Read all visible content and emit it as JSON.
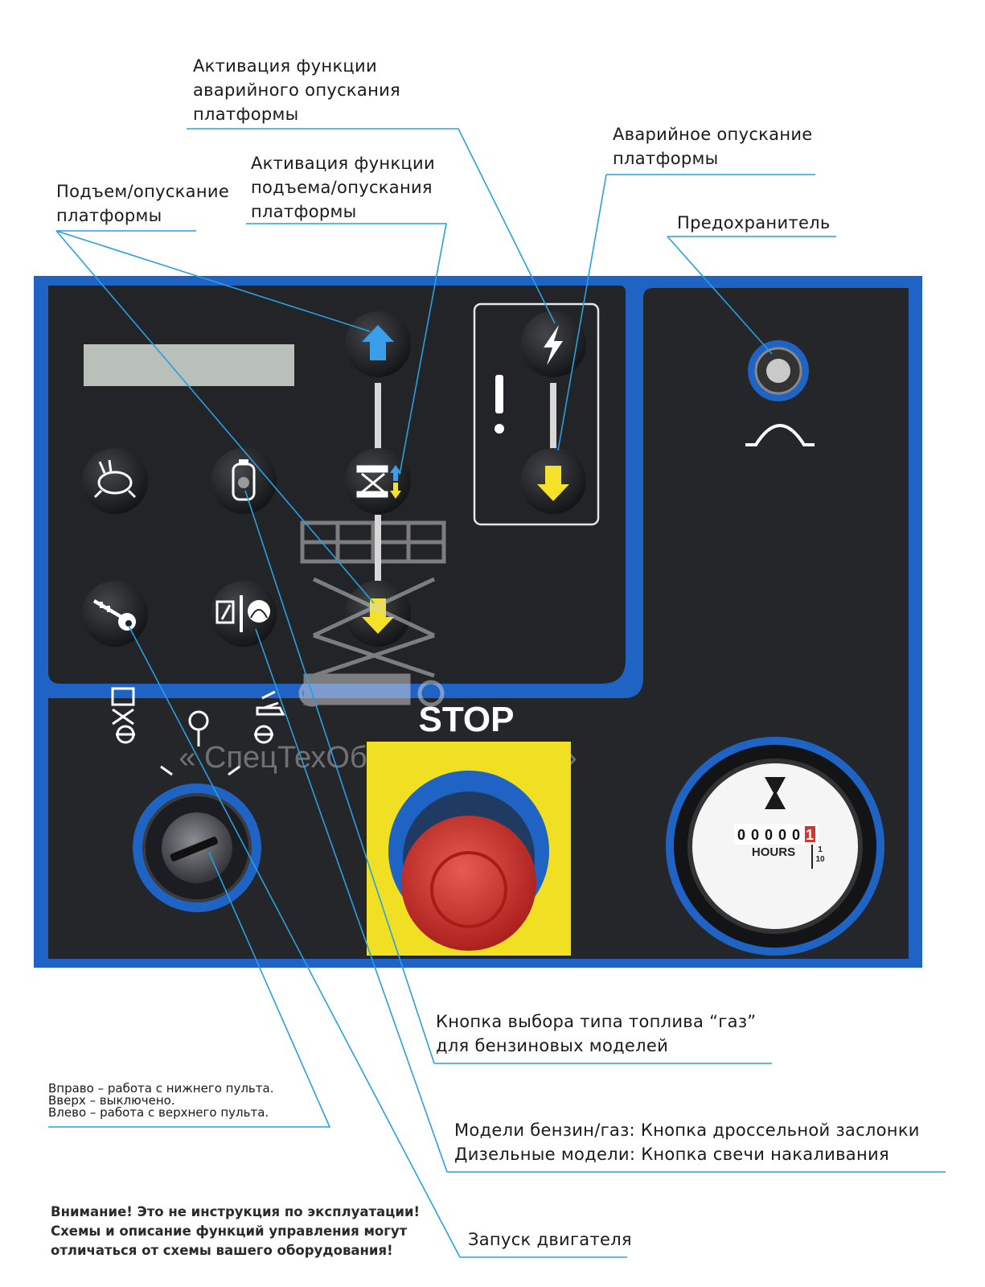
{
  "labels": {
    "emergency_activation": "Активация функции\nаварийного опускания\nплатформы",
    "emergency_lowering": "Аварийное опускание\nплатформы",
    "lift_activation": "Активация функции\nподъема/опускания\nплатформы",
    "lift_lower": "Подъем/опускание\nплатформы",
    "fuse": "Предохранитель",
    "gas_button": "Кнопка выбора типа топлива “газ”\nдля бензиновых моделей",
    "choke_glow": "Модели бензин/газ: Кнопка дроссельной заслонки\nДизельные модели: Кнопка свечи накаливания",
    "engine_start": "Запуск двигателя"
  },
  "key_switch_note": "Вправо – работа с нижнего пульта.\nВверх – выключено.\nВлево – работа с верхнего пульта.",
  "warning": "Внимание! Это не инструкция по эксплуатации!\nСхемы и описание функций управления могут\nотличаться от схемы вашего оборудования!",
  "panel": {
    "stop_label": "STOP",
    "watermark": "« СпецТехОборудование+ »",
    "hour_meter": {
      "digits": [
        "0",
        "0",
        "0",
        "0",
        "0",
        "1"
      ],
      "unit": "HOURS",
      "fraction_num": "1",
      "fraction_den": "10"
    }
  },
  "colors": {
    "panel_blue": "#1f63c4",
    "panel_black": "#232427",
    "callout_line": "#2a9fe0",
    "arrow_yellow": "#f4e22a",
    "arrow_blue": "#3b9ee8",
    "stop_red": "#d8342e",
    "stop_yellow": "#f0df23"
  }
}
